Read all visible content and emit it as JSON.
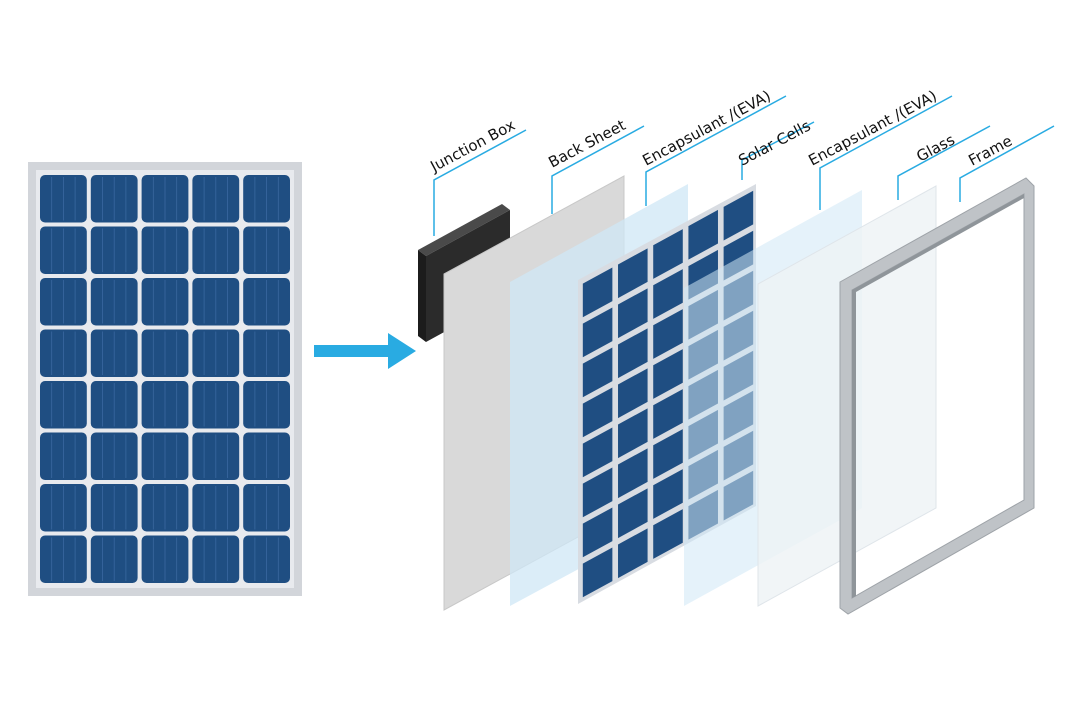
{
  "colors": {
    "cell": "#1f4e82",
    "cell_line": "#3a68a0",
    "panel_border": "#d2d5da",
    "panel_gap": "#e8eaee",
    "arrow": "#29abe2",
    "leader": "#29abe2",
    "junction_box": "#2b2b2b",
    "back_sheet": "#d9d9d9",
    "encapsulant": "#cfe7f5",
    "glass": "#eef2f5",
    "frame": "#bfc3c7"
  },
  "panel": {
    "rows": 8,
    "cols": 5
  },
  "arrow": {
    "icon": "right-arrow-icon"
  },
  "layers": [
    {
      "key": "junction-box",
      "label": "Junction Box"
    },
    {
      "key": "back-sheet",
      "label": "Back Sheet"
    },
    {
      "key": "encapsulant-1",
      "label": "Encapsulant /(EVA)"
    },
    {
      "key": "solar-cells",
      "label": "Solar Cells"
    },
    {
      "key": "encapsulant-2",
      "label": "Encapsulant /(EVA)"
    },
    {
      "key": "glass",
      "label": "Glass"
    },
    {
      "key": "frame",
      "label": "Frame"
    }
  ]
}
